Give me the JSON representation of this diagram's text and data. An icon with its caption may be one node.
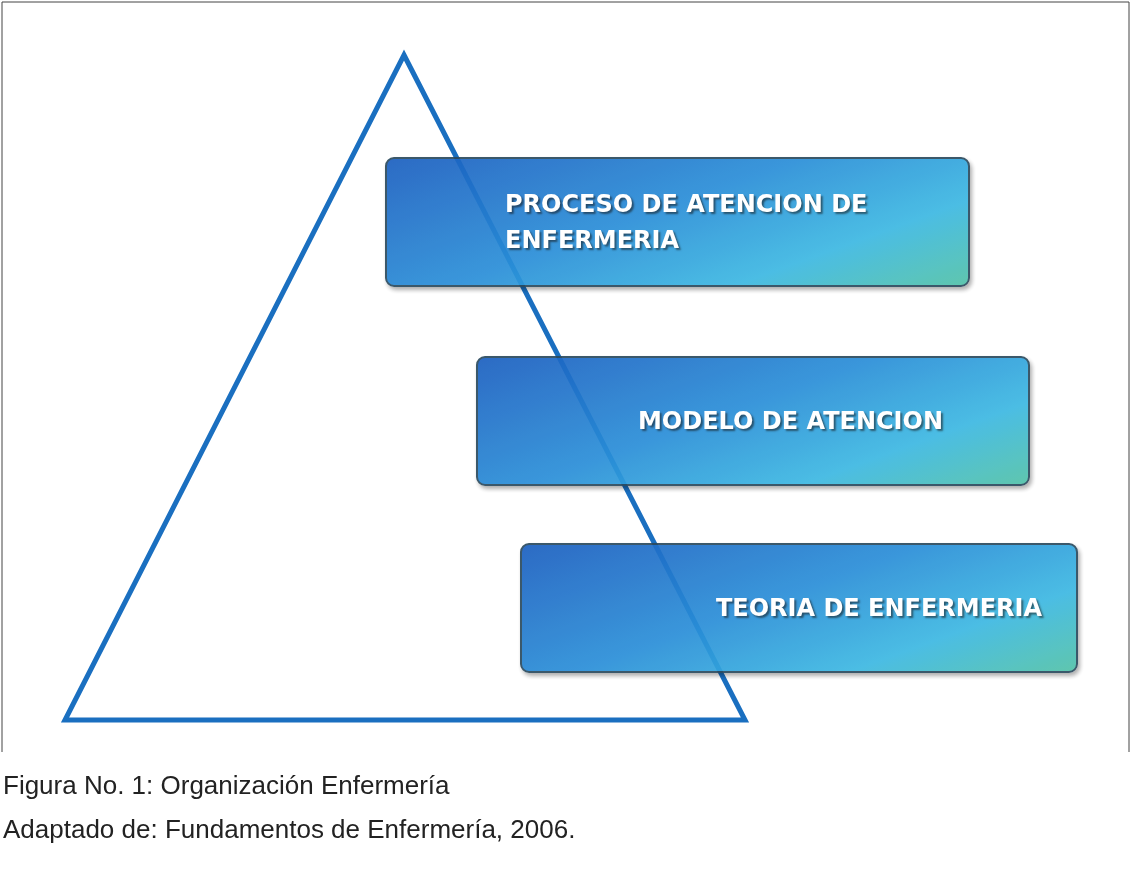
{
  "diagram": {
    "caption": "Figura No. 1: Organización Enfermería",
    "nodes": [
      {
        "text": [
          "PROCESO DE ATENCION DE ENFERMERIA"
        ]
      },
      {
        "text": [
          "MODELO DE ATENCION"
        ]
      },
      {
        "text": [
          "TEORIA DE ENFERMERIA"
        ]
      }
    ],
    "edges": [],
    "labels": [
      "Adaptado de: Fundamentos de Enfermería, 2006."
    ]
  }
}
